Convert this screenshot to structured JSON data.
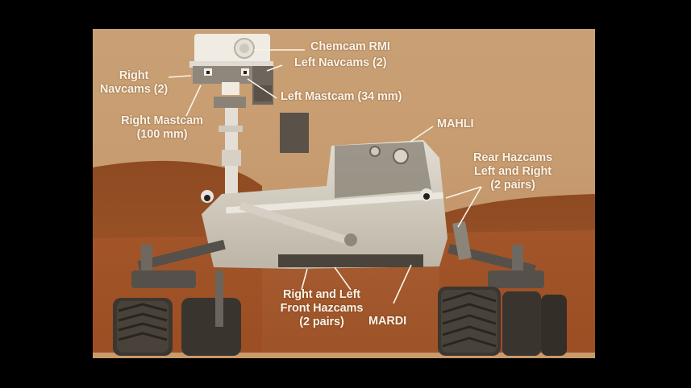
{
  "figure": {
    "subject": "Mars rover camera locations",
    "colors": {
      "background": "#000000",
      "sky": "#c9a075",
      "hills": "#9a4e24",
      "ground": "#a4562a",
      "rover_body": "#d8d2c6",
      "wheels": "#3a342e",
      "label_text": "#fbf3e6"
    },
    "labels": {
      "chemcam_rmi": "Chemcam RMI",
      "left_navcams": "Left Navcams (2)",
      "right_navcams_line1": "Right",
      "right_navcams_line2": "Navcams (2)",
      "left_mastcam": "Left Mastcam (34 mm)",
      "right_mastcam_line1": "Right Mastcam",
      "right_mastcam_line2": "(100 mm)",
      "mahli": "MAHLI",
      "rear_hazcams_line1": "Rear Hazcams",
      "rear_hazcams_line2": "Left and Right",
      "rear_hazcams_line3": "(2 pairs)",
      "front_hazcams_line1": "Right and Left",
      "front_hazcams_line2": "Front Hazcams",
      "front_hazcams_line3": "(2 pairs)",
      "mardi": "MARDI"
    }
  }
}
